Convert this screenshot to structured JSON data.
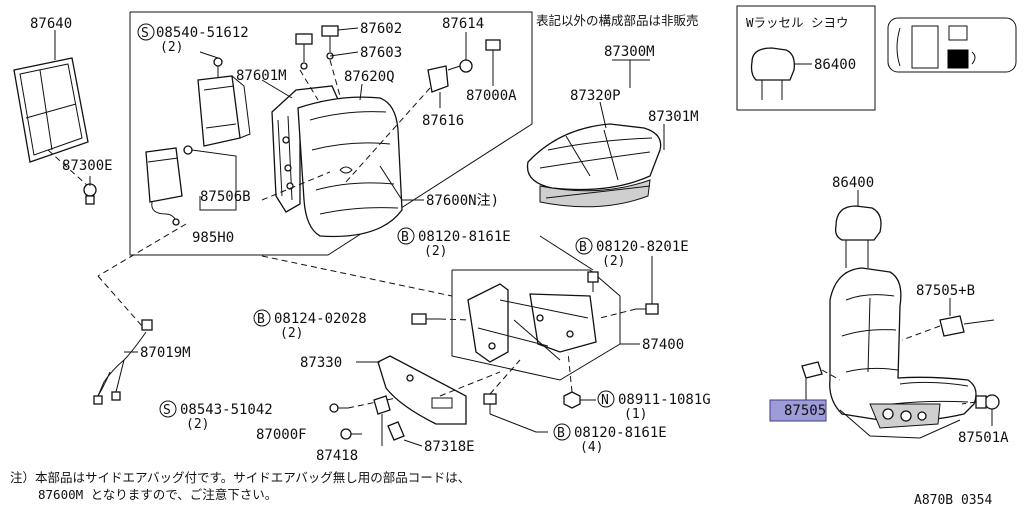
{
  "labels": {
    "p87640": "87640",
    "p87300e": "87300E",
    "screw_a": "08540-51612",
    "screw_a_qty": "(2)",
    "p87602": "87602",
    "p87603": "87603",
    "p87614": "87614",
    "p87601m": "87601M",
    "p87620q": "87620Q",
    "p87000a": "87000A",
    "p87616": "87616",
    "p87506b": "87506B",
    "p985h0": "985H0",
    "p87600n": "87600N注)",
    "p87300m": "87300M",
    "p87320p": "87320P",
    "p87301m": "87301M",
    "bolt_a": "08120-8161E",
    "bolt_a_qty": "(2)",
    "bolt_b": "08120-8201E",
    "bolt_b_qty": "(2)",
    "bolt_c": "08124-02028",
    "bolt_c_qty": "(2)",
    "p87400": "87400",
    "p87019m": "87019M",
    "p87330": "87330",
    "screw_b": "08543-51042",
    "screw_b_qty": "(2)",
    "nut_a": "08911-1081G",
    "nut_a_qty": "(1)",
    "p87000f": "87000F",
    "p87418": "87418",
    "p87318e": "87318E",
    "bolt_d": "08120-8161E",
    "bolt_d_qty": "(4)",
    "p86400_top": "86400",
    "p86400_right": "86400",
    "p87505b": "87505+B",
    "p87505": "87505",
    "p87501a": "87501A",
    "mark_s": "S",
    "mark_b": "B",
    "mark_n": "N"
  },
  "notes": {
    "not_sold": "表記以外の構成部品は非販売",
    "box_title": "Wラッセル シヨウ",
    "footnote_1": "注）本部品はサイドエアバッグ付です。サイドエアバッグ無し用の部品コードは、",
    "footnote_2": "87600M となりますので、ご注意下さい。",
    "ref_code": "A870B 0354"
  },
  "colors": {
    "highlight": "#9d9bd8",
    "line": "#111111",
    "background": "#ffffff"
  }
}
